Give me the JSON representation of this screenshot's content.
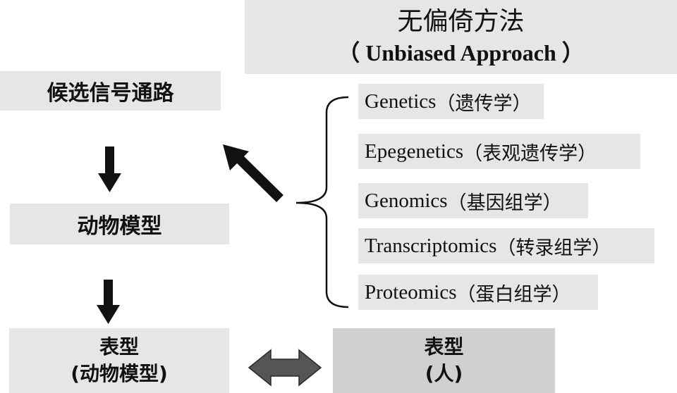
{
  "unbiased": {
    "title_cn": "无偏倚方法",
    "title_en": "（ Unbiased Approach ）"
  },
  "candidate_pathway": "候选信号通路",
  "animal_model": "动物模型",
  "phenotype_animal": {
    "line1": "表型",
    "line2": "(动物模型)"
  },
  "phenotype_human": {
    "line1": "表型",
    "line2": "(人)"
  },
  "omics": [
    {
      "en": "Genetics",
      "zh": "（遗传学）"
    },
    {
      "en": "Epegenetics",
      "zh": "（表观遗传学）"
    },
    {
      "en": "Genomics",
      "zh": "（基因组学）"
    },
    {
      "en": "Transcriptomics",
      "zh": "（转录组学）"
    },
    {
      "en": "Proteomics",
      "zh": "（蛋白组学）"
    }
  ],
  "colors": {
    "box_fill": "#e6e6e6",
    "human_box_fill": "#d0d0d0",
    "arrow_dark": "#111111",
    "double_arrow": "#555555"
  }
}
